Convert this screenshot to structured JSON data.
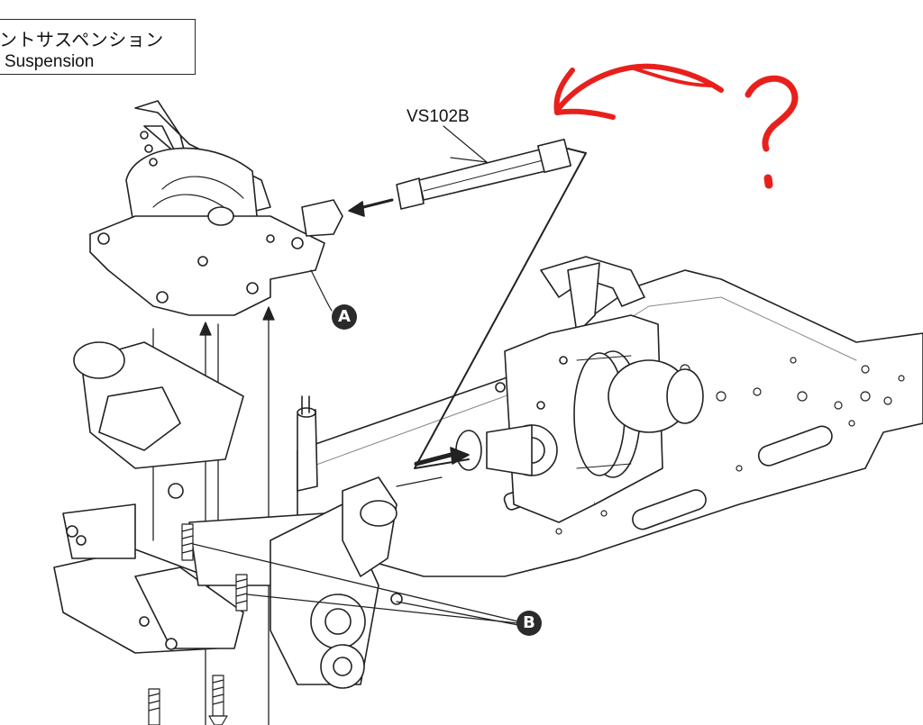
{
  "header": {
    "title_jp": "ントサスペンション",
    "title_en": "Suspension"
  },
  "labels": {
    "part_number": "VS102B",
    "marker_a": "A",
    "marker_b": "B"
  },
  "annotation": {
    "mark": "?",
    "color": "#e8201c"
  }
}
